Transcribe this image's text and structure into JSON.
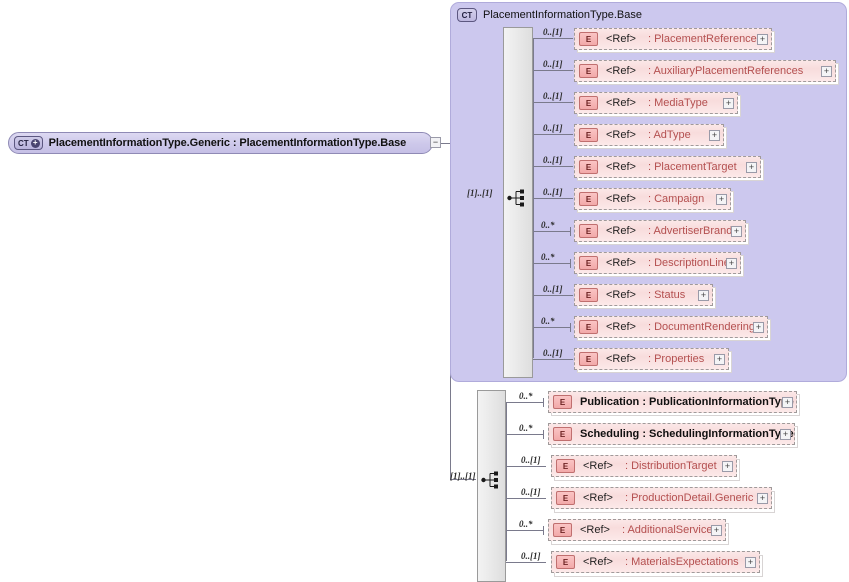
{
  "diagram": {
    "type": "xsd-schema-tree",
    "root": {
      "icon": "ct-plus-icon",
      "label": "PlacementInformationType.Generic : PlacementInformationType.Base",
      "toggle": "−"
    },
    "groups": [
      {
        "name": "base-type-group",
        "container_icon": "ct-icon",
        "container_badge": "CT",
        "container_title": "PlacementInformationType.Base",
        "compositor": "sequence",
        "compositor_cardinality": "[1]..[1]",
        "elements": [
          {
            "badge": "E",
            "ref": "<Ref>",
            "type": ": PlacementReference",
            "cardinality": "0..[1]",
            "expand": "+"
          },
          {
            "badge": "E",
            "ref": "<Ref>",
            "type": ": AuxiliaryPlacementReferences",
            "cardinality": "0..[1]",
            "expand": "+"
          },
          {
            "badge": "E",
            "ref": "<Ref>",
            "type": ": MediaType",
            "cardinality": "0..[1]",
            "expand": "+"
          },
          {
            "badge": "E",
            "ref": "<Ref>",
            "type": ": AdType",
            "cardinality": "0..[1]",
            "expand": "+"
          },
          {
            "badge": "E",
            "ref": "<Ref>",
            "type": ": PlacementTarget",
            "cardinality": "0..[1]",
            "expand": "+"
          },
          {
            "badge": "E",
            "ref": "<Ref>",
            "type": ": Campaign",
            "cardinality": "0..[1]",
            "expand": "+"
          },
          {
            "badge": "E",
            "ref": "<Ref>",
            "type": ": AdvertiserBrand",
            "cardinality": "0..*",
            "expand": "+"
          },
          {
            "badge": "E",
            "ref": "<Ref>",
            "type": ": DescriptionLine",
            "cardinality": "0..*",
            "expand": "+"
          },
          {
            "badge": "E",
            "ref": "<Ref>",
            "type": ": Status",
            "cardinality": "0..[1]",
            "expand": "+"
          },
          {
            "badge": "E",
            "ref": "<Ref>",
            "type": ": DocumentRendering",
            "cardinality": "0..*",
            "expand": "+"
          },
          {
            "badge": "E",
            "ref": "<Ref>",
            "type": ": Properties",
            "cardinality": "0..[1]",
            "expand": "+"
          }
        ]
      },
      {
        "name": "generic-extension-group",
        "compositor": "sequence",
        "compositor_cardinality": "[1]..[1]",
        "elements": [
          {
            "badge": "E",
            "name": "Publication : PublicationInformationType",
            "cardinality": "0..*",
            "expand": "+"
          },
          {
            "badge": "E",
            "name": "Scheduling : SchedulingInformationType",
            "cardinality": "0..*",
            "expand": "+"
          },
          {
            "badge": "E",
            "ref": "<Ref>",
            "type": ": DistributionTarget",
            "cardinality": "0..[1]",
            "expand": "+"
          },
          {
            "badge": "E",
            "ref": "<Ref>",
            "type": ": ProductionDetail.Generic",
            "cardinality": "0..[1]",
            "expand": "+"
          },
          {
            "badge": "E",
            "ref": "<Ref>",
            "type": ": AdditionalService",
            "cardinality": "0..*",
            "expand": "+"
          },
          {
            "badge": "E",
            "ref": "<Ref>",
            "type": ": MaterialsExpectations",
            "cardinality": "0..[1]",
            "expand": "+"
          }
        ]
      }
    ],
    "colors": {
      "container_bg": "#ccc8ee",
      "element_bg": "#f9e0e0",
      "element_type_text": "#b45050",
      "root_bg": "#cdc8ea",
      "line": "#7a7a8c"
    }
  }
}
